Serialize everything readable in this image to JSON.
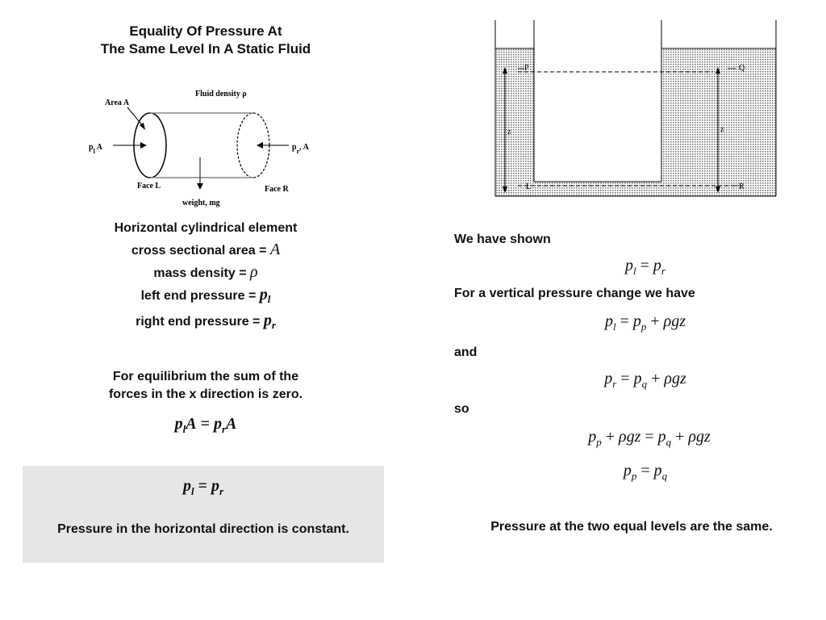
{
  "left": {
    "title_line1": "Equality Of Pressure At",
    "title_line2": "The Same Level In A Static Fluid",
    "diagram": {
      "area_label": "Area A",
      "density_label": "Fluid density ρ",
      "pl_label": "p",
      "pl_sub": "l",
      "pl_suffix": " A",
      "pr_label": "p",
      "pr_sub": "r",
      "pr_suffix": ", A",
      "face_l": "Face L",
      "face_r": "Face R",
      "weight": "weight, mg"
    },
    "props": {
      "heading": "Horizontal cylindrical element",
      "area_text": "cross sectional area = ",
      "area_sym": "A",
      "density_text": "mass density = ",
      "density_sym": "ρ",
      "left_text": "left end pressure = ",
      "left_sym": "p",
      "left_sub": "l",
      "right_text": "right end pressure = ",
      "right_sym": "p",
      "right_sub": "r"
    },
    "equilibrium_line1": "For equilibrium the sum of the",
    "equilibrium_line2": "forces in the x direction is zero.",
    "eq_force": {
      "p": "p",
      "l": "l",
      "A": "A",
      "eq": " = ",
      "r": "r"
    },
    "box": {
      "eq_p": "p",
      "eq_l": "l",
      "eq_eq": " = ",
      "eq_r": "r",
      "text": "Pressure in the horizontal direction is constant."
    }
  },
  "right": {
    "tank_labels": {
      "P": "P",
      "Q": "Q",
      "L": "L",
      "R": "R",
      "z_left": "z",
      "z_right": "z"
    },
    "we_have_shown": "We have shown",
    "vertical_change": "For a vertical pressure change we have",
    "and": "and",
    "so": "so",
    "sym": {
      "p": "p",
      "l": "l",
      "r": "r",
      "pp": "p",
      "q": "q",
      "plus": " + ",
      "rhogz": "ρgz",
      "eq": " = "
    },
    "conclusion": "Pressure at the two equal levels are the same."
  }
}
